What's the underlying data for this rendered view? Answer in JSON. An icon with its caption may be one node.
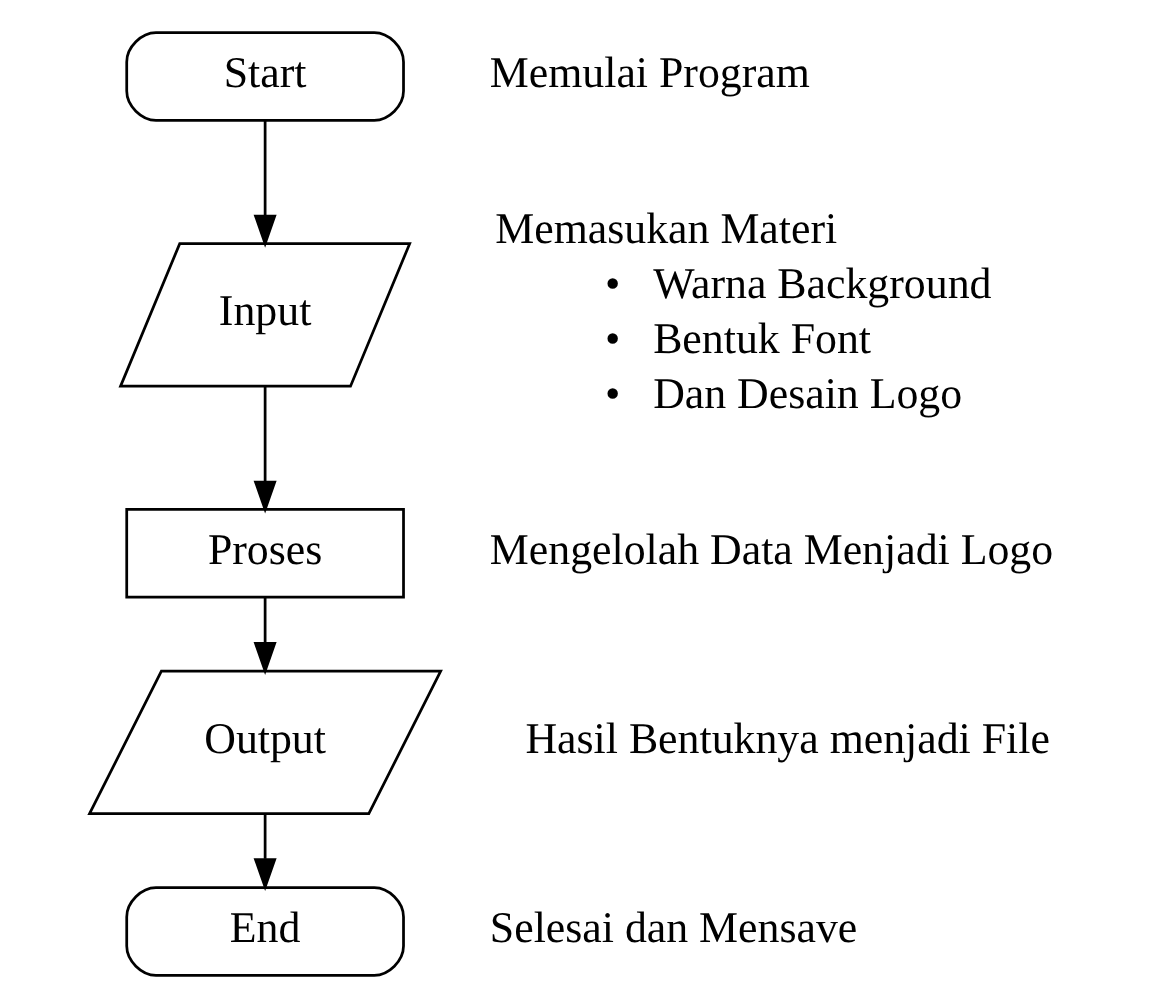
{
  "diagram": {
    "nodes": [
      {
        "text": [
          "Start"
        ],
        "beside": [
          "Memulai Program"
        ]
      },
      {
        "text": [
          "Input"
        ],
        "beside": [
          "Memasukan Materi",
          "•   Warna Background",
          "•   Bentuk Font",
          "•   Dan Desain Logo"
        ]
      },
      {
        "text": [
          "Proses"
        ],
        "beside": [
          "Mengelolah Data Menjadi Logo"
        ]
      },
      {
        "text": [
          "Output"
        ],
        "beside": [
          "Hasil Bentuknya menjadi File"
        ]
      },
      {
        "text": [
          "End"
        ],
        "beside": [
          "Selesai dan Mensave"
        ]
      }
    ],
    "edges": [
      {
        "from": 0,
        "to": 1,
        "arrow": "to"
      },
      {
        "from": 1,
        "to": 2,
        "arrow": "to"
      },
      {
        "from": 2,
        "to": 3,
        "arrow": "to"
      },
      {
        "from": 3,
        "to": 4,
        "arrow": "to"
      }
    ]
  }
}
